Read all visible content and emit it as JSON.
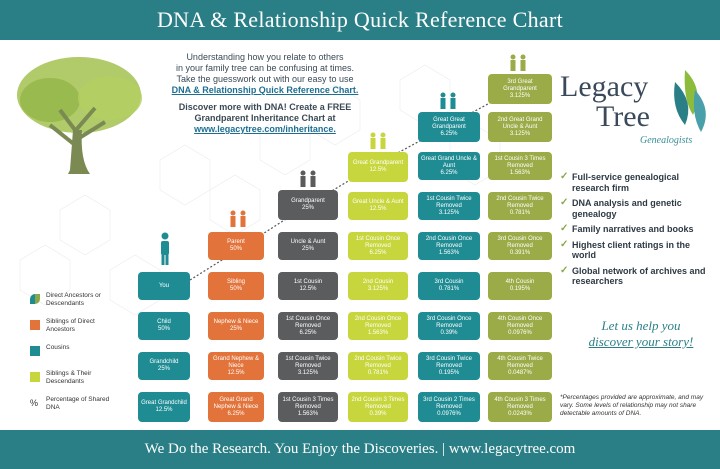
{
  "header": {
    "title": "DNA & Relationship Quick Reference Chart"
  },
  "intro": {
    "p1_lines": [
      "Understanding how you relate to others",
      "in your family tree can be confusing at times.",
      "Take the guesswork out with our easy to use"
    ],
    "p1_link": "DNA & Relationship Quick Reference Chart.",
    "p2_lines": [
      "Discover more with DNA! Create a FREE",
      "Grandparent Inheritance Chart at"
    ],
    "p2_link": "www.legacytree.com/inheritance."
  },
  "logo": {
    "line1": "Legacy",
    "line2": "Tree",
    "line3": "Genealogists"
  },
  "services": [
    "Full-service genealogical research firm",
    "DNA analysis and genetic genealogy",
    "Family narratives and books",
    "Highest client ratings in the world",
    "Global network of archives and researchers"
  ],
  "cta": {
    "line1": "Let us help you",
    "line2": "discover your story!"
  },
  "disclaimer": "*Percentages provided are approximate, and may vary. Some levels of relationship may not share detectable amounts of DNA.",
  "legend": [
    {
      "label": "Direct Ancestors or Descendants",
      "color": "#1f8c94"
    },
    {
      "label": "Siblings of Direct Ancestors",
      "color": "#e2733a"
    },
    {
      "label": "Cousins",
      "color": "#1f8c94"
    },
    {
      "label": "Siblings & Their Descendants",
      "color": "#c7d63c"
    },
    {
      "label": "Percentage of Shared DNA",
      "color": "#5a5c5e"
    }
  ],
  "footer": {
    "text": "We Do the Research. You Enjoy the Discoveries.  |  www.legacytree.com"
  },
  "boxes": {
    "you": {
      "name": "You",
      "pct": ""
    },
    "child": {
      "name": "Child",
      "pct": "50%"
    },
    "grandchild": {
      "name": "Grandchild",
      "pct": "25%"
    },
    "great_grandchild": {
      "name": "Great Grandchild",
      "pct": "12.5%"
    },
    "parent": {
      "name": "Parent",
      "pct": "50%"
    },
    "sibling": {
      "name": "Sibling",
      "pct": "50%"
    },
    "nephew": {
      "name": "Nephew & Niece",
      "pct": "25%"
    },
    "grand_nephew": {
      "name": "Grand Nephew & Niece",
      "pct": "12.5%"
    },
    "great_grand_nephew": {
      "name": "Great Grand Nephew & Niece",
      "pct": "6.25%"
    },
    "grandparent": {
      "name": "Grandparent",
      "pct": "25%"
    },
    "uncle": {
      "name": "Uncle & Aunt",
      "pct": "25%"
    },
    "c1": {
      "name": "1st Cousin",
      "pct": "12.5%"
    },
    "c1_1r": {
      "name": "1st Cousin Once Removed",
      "pct": "6.25%"
    },
    "c1_2r": {
      "name": "1st Cousin Twice Removed",
      "pct": "3.125%"
    },
    "c1_3r": {
      "name": "1st Cousin 3 Times Removed",
      "pct": "1.563%"
    },
    "great_grandparent": {
      "name": "Great Grandparent",
      "pct": "12.5%"
    },
    "great_uncle": {
      "name": "Great Uncle & Aunt",
      "pct": "12.5%"
    },
    "c1_1r_b": {
      "name": "1st Cousin Once Removed",
      "pct": "6.25%"
    },
    "c2": {
      "name": "2nd Cousin",
      "pct": "3.125%"
    },
    "c2_1r": {
      "name": "2nd Cousin Once Removed",
      "pct": "1.563%"
    },
    "c2_2r": {
      "name": "2nd Cousin Twice Removed",
      "pct": "0.781%"
    },
    "c2_3r": {
      "name": "2nd Cousin 3 Times Removed",
      "pct": "0.39%"
    },
    "gg_grandparent": {
      "name": "Great Great Grandparent",
      "pct": "6.25%"
    },
    "gg_uncle": {
      "name": "Great Grand Uncle & Aunt",
      "pct": "6.25%"
    },
    "c1_2r_b": {
      "name": "1st Cousin Twice Removed",
      "pct": "3.125%"
    },
    "c2_1r_b": {
      "name": "2nd Cousin Once Removed",
      "pct": "1.563%"
    },
    "c3": {
      "name": "3rd Cousin",
      "pct": "0.781%"
    },
    "c3_1r": {
      "name": "3rd Cousin Once Removed",
      "pct": "0.39%"
    },
    "c3_2r": {
      "name": "3rd Cousin Twice Removed",
      "pct": "0.195%"
    },
    "c3_3r": {
      "name": "3rd Cousin 2 Times Removed",
      "pct": "0.0976%"
    },
    "ggg_grandparent": {
      "name": "3rd Great Grandparent",
      "pct": "3.125%"
    },
    "ggg_uncle": {
      "name": "2nd Great Grand Uncle & Aunt",
      "pct": "3.125%"
    },
    "c1_3r_b": {
      "name": "1st Cousin 3 Times Removed",
      "pct": "1.563%"
    },
    "c2_2r_b": {
      "name": "2nd Cousin Twice Removed",
      "pct": "0.781%"
    },
    "c3_1r_b": {
      "name": "3rd Cousin Once Removed",
      "pct": "0.391%"
    },
    "c4": {
      "name": "4th Cousin",
      "pct": "0.195%"
    },
    "c4_1r": {
      "name": "4th Cousin Once Removed",
      "pct": "0.0976%"
    },
    "c4_2r": {
      "name": "4th Cousin Twice Removed",
      "pct": "0.0487%"
    },
    "c4_3r": {
      "name": "4th Cousin 3 Times Removed",
      "pct": "0.0243%"
    }
  }
}
